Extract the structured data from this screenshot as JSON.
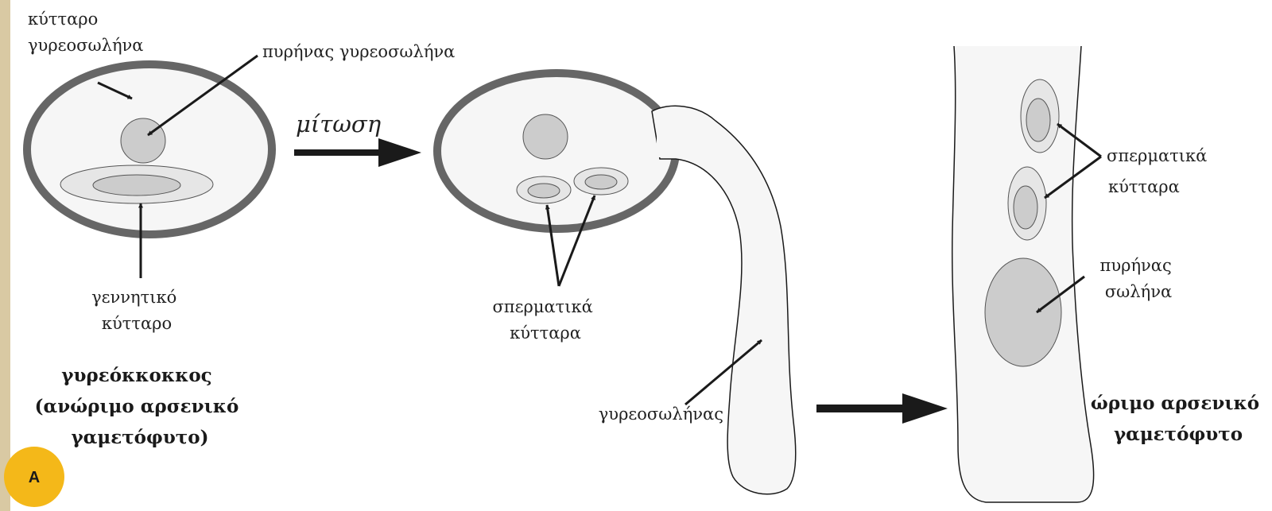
{
  "labels": {
    "pollen_cell": [
      "κύτταρο",
      "γυρεοσωλήνα"
    ],
    "tube_nucleus_top": "πυρήνας γυρεοσωλήνα",
    "generative_cell": [
      "γεννητικό",
      "κύτταρο"
    ],
    "mitosis": "μίτωση",
    "sperm_cells_mid": [
      "σπερματικά",
      "κύτταρα"
    ],
    "pollen_tube": "γυρεοσωλήνας",
    "sperm_cells_right": [
      "σπερματικά",
      "κύτταρα"
    ],
    "tube_nucleus_right": [
      "πυρήνας",
      "σωλήνα"
    ]
  },
  "captions": {
    "immature": [
      "γυρεόκκοκκος",
      "(ανώριμο αρσενικό",
      "γαμετόφυτο)"
    ],
    "mature": [
      "ώριμο αρσενικό",
      "γαμετόφυτο"
    ]
  },
  "badge": {
    "letter": "A"
  },
  "colors": {
    "wall": "#666666",
    "organelle": "#cccccc",
    "organelle_light": "#e6e6e6",
    "cell_fill": "#f6f6f6",
    "badge": "#f4b819",
    "side_strip": "#d9c9a3"
  }
}
